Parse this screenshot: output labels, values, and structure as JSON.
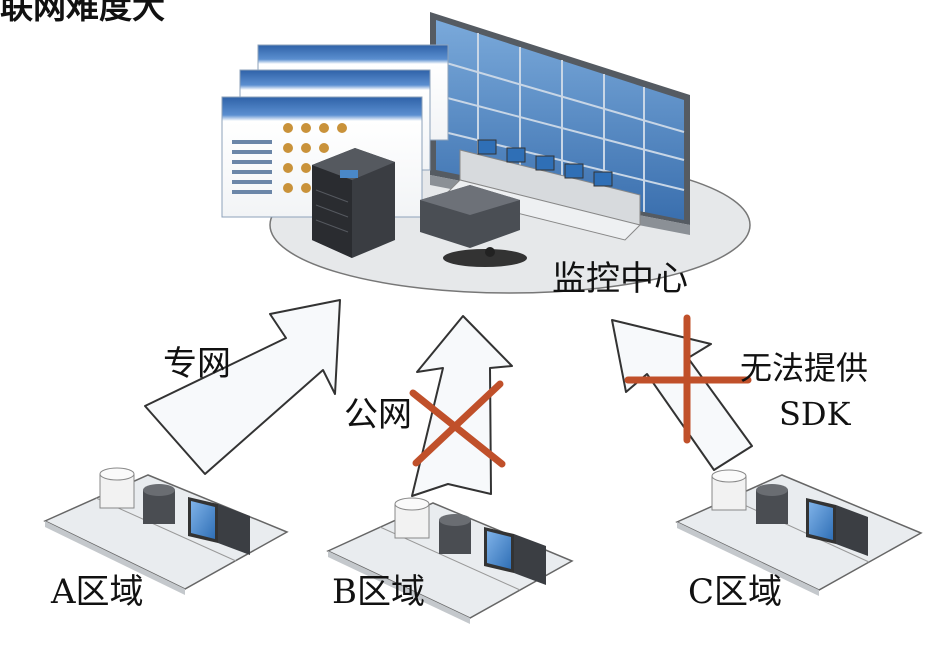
{
  "diagram": {
    "top_partial_title": "联网难度大",
    "center_label": "监控中心",
    "links": [
      {
        "label": "专网",
        "blocked": false
      },
      {
        "label": "公网",
        "blocked": true
      },
      {
        "label_line1": "无法提供",
        "label_line2": "SDK",
        "blocked": true
      }
    ],
    "zones": [
      "A区域",
      "B区域",
      "C区域"
    ],
    "colors": {
      "block_mark": "#c0502a",
      "arrow_fill": "#f7f9fb",
      "arrow_stroke": "#333333",
      "platform": "#e9ecef",
      "screen_blue": "#3f83c6"
    }
  }
}
